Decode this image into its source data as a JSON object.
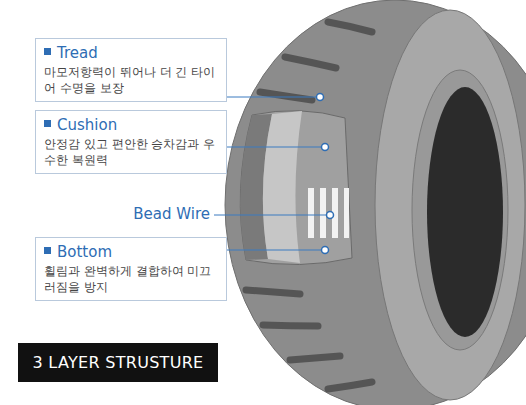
{
  "diagram": {
    "nodes": [
      {
        "text": [
          "Tread",
          "마모저항력이 뛰어나 더 긴 타이어 수명을 보장"
        ]
      },
      {
        "text": [
          "Cushion",
          "안정감 있고 편안한 승차감과 우수한 복원력"
        ]
      },
      {
        "text": [
          "Bottom",
          "휠림과 완벽하게 결합하여 미끄러짐을 방지"
        ]
      },
      {
        "text": [
          "3 LAYER STRUSTURE"
        ]
      }
    ],
    "labels": [
      "Bead Wire"
    ]
  }
}
